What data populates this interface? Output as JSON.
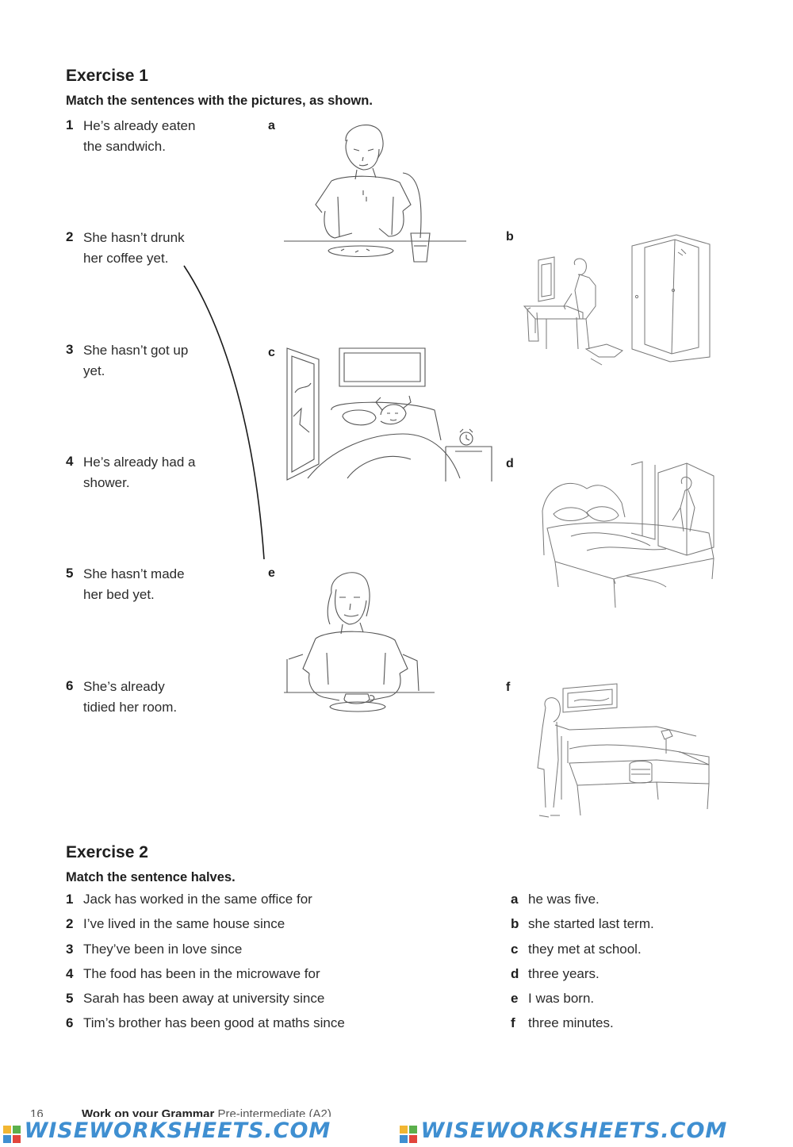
{
  "exercise1": {
    "title": "Exercise 1",
    "instruction": "Match the sentences with the pictures, as shown.",
    "sentences": [
      {
        "num": "1",
        "line1": "He’s already eaten",
        "line2": "the sandwich."
      },
      {
        "num": "2",
        "line1": "She hasn’t drunk",
        "line2": "her coffee yet."
      },
      {
        "num": "3",
        "line1": "She hasn’t got up",
        "line2": "yet."
      },
      {
        "num": "4",
        "line1": "He’s already had a",
        "line2": "shower."
      },
      {
        "num": "5",
        "line1": "She hasn’t made",
        "line2": "her bed yet."
      },
      {
        "num": "6",
        "line1": "She’s already",
        "line2": "tidied her room."
      }
    ],
    "picture_letters": [
      "a",
      "b",
      "c",
      "d",
      "e",
      "f"
    ]
  },
  "exercise2": {
    "title": "Exercise 2",
    "instruction": "Match the sentence halves.",
    "left": [
      {
        "num": "1",
        "text": "Jack has worked in the same office for"
      },
      {
        "num": "2",
        "text": "I’ve lived in the same house since"
      },
      {
        "num": "3",
        "text": "They’ve been in love since"
      },
      {
        "num": "4",
        "text": "The food has been in the microwave for"
      },
      {
        "num": "5",
        "text": "Sarah has been away at university since"
      },
      {
        "num": "6",
        "text": "Tim’s brother has been good at maths since"
      }
    ],
    "right": [
      {
        "letter": "a",
        "text": "he was five."
      },
      {
        "letter": "b",
        "text": "she started last term."
      },
      {
        "letter": "c",
        "text": "they met at school."
      },
      {
        "letter": "d",
        "text": "three years."
      },
      {
        "letter": "e",
        "text": "I was born."
      },
      {
        "letter": "f",
        "text": "three minutes."
      }
    ]
  },
  "footer": {
    "page_number": "16",
    "book_title": "Work on your Grammar",
    "level": "Pre-intermediate (A2)"
  },
  "watermark": {
    "text": "WISEWORKSHEETS.COM",
    "color": "#3f8fd1",
    "logo_colors": [
      "#f2b632",
      "#5bb04c",
      "#3f8fd1",
      "#e2453c"
    ]
  }
}
